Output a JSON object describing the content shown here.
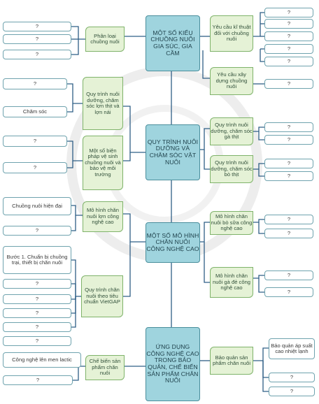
{
  "centers": [
    {
      "id": "c1",
      "text": "MỘT SỐ KIỂU CHUỒNG NUÔI GIA SÚC, GIA CẦM"
    },
    {
      "id": "c2",
      "text": "QUY TRÌNH NUÔI DƯỠNG VÀ CHĂM SÓC VẬT NUÔI"
    },
    {
      "id": "c3",
      "text": "MỘT SỐ MÔ HÌNH CHĂN NUÔI CÔNG NGHỆ CAO"
    },
    {
      "id": "c4",
      "text": "ỨNG DỤNG CÔNG NGHỆ CAO TRONG BẢO QUẢN, CHẾ BIẾN SẢN PHẨM CHĂN NUÔI"
    }
  ],
  "subs": [
    {
      "id": "s_phanloai",
      "text": "Phân loại chuồng nuôi"
    },
    {
      "id": "s_yeucaukt",
      "text": "Yêu cầu kĩ thuật đối với chuồng nuôi"
    },
    {
      "id": "s_yeucauxd",
      "text": "Yêu cầu xây dựng chuồng nuôi"
    },
    {
      "id": "s_qtlon",
      "text": "Quy trình nuôi dưỡng, chăm sóc lợn thịt và lợn nái"
    },
    {
      "id": "s_bienphap",
      "text": "Một số biện pháp vệ sinh chuồng nuôi và bảo vệ môi trường"
    },
    {
      "id": "s_ga",
      "text": "Quy trình nuôi dưỡng, chăm sóc gà thịt"
    },
    {
      "id": "s_bo",
      "text": "Quy trình nuôi dưỡng, chăm sóc bò thịt"
    },
    {
      "id": "s_mhlon",
      "text": "Mô hình chăn nuôi lợn công nghệ cao"
    },
    {
      "id": "s_vietgap",
      "text": "Quy trình chăn nuôi theo tiêu chuẩn VietGAP"
    },
    {
      "id": "s_bosua",
      "text": "Mô hình chăn nuôi bò sữa công nghệ cao"
    },
    {
      "id": "s_gade",
      "text": "Mô hình chăn nuôi gà đẻ công nghệ cao"
    },
    {
      "id": "s_chebien",
      "text": "Chế biến sản phẩm chăn nuôi"
    },
    {
      "id": "s_baoquan",
      "text": "Bảo quản sản phẩm chăn nuôi"
    }
  ],
  "leaves": {
    "l1": "?",
    "l2": "?",
    "l3": "?",
    "r1": "?",
    "r2": "?",
    "r3": "?",
    "r4": "?",
    "r5": "?",
    "r6": "?",
    "l4": "?",
    "l5": "Chăm sóc",
    "l6": "?",
    "l7": "?",
    "r7": "?",
    "r8": "?",
    "r9": "?",
    "r10": "?",
    "l8": "Chuồng nuôi hiện đại",
    "l9": "?",
    "l10": "Bước 1. Chuẩn bị chuồng trại, thiết bị chăn nuôi",
    "l11": "?",
    "l12": "?",
    "l13": "?",
    "l14": "?",
    "l15": "?",
    "r11": "?",
    "r12": "?",
    "r13": "?",
    "r14": "?",
    "l16": "Công nghệ lên men lactic",
    "l17": "?",
    "r15": "Bảo quản áp suất cao nhiệt lạnh",
    "r16": "?",
    "r17": "?"
  }
}
